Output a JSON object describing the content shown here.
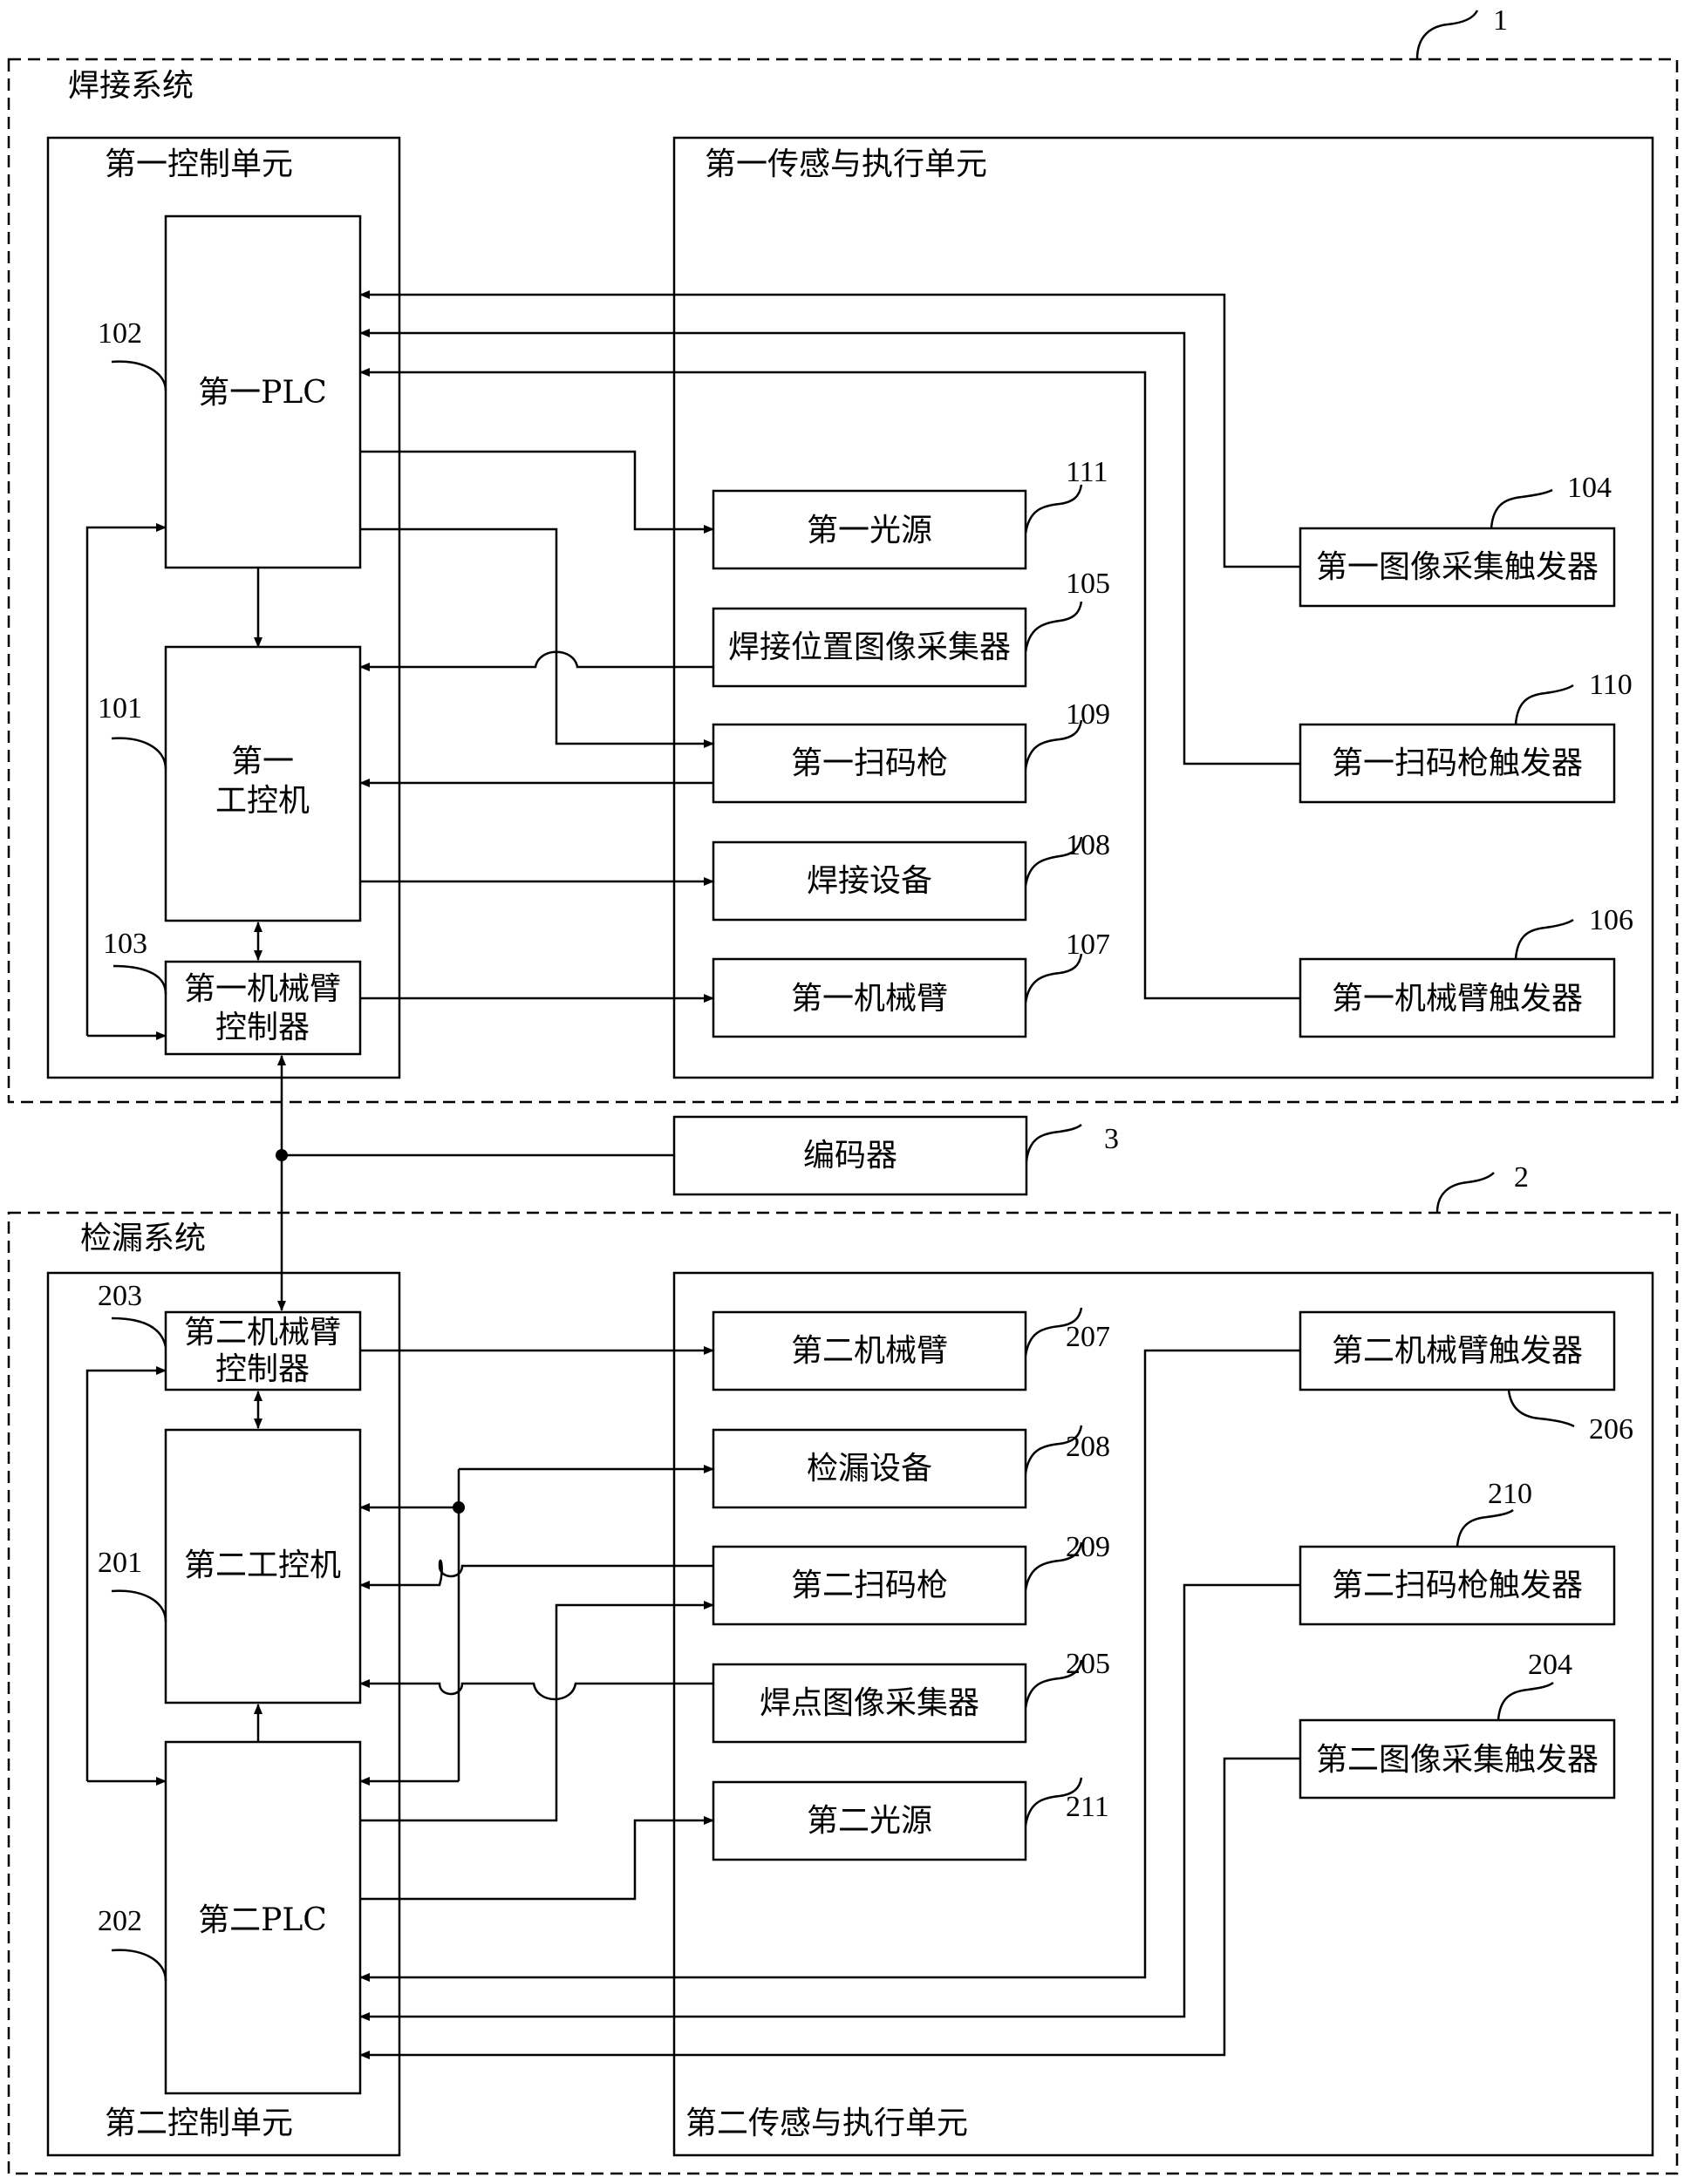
{
  "systems": {
    "welding": {
      "title": "焊接系统",
      "ref": "1"
    },
    "leak": {
      "title": "检漏系统",
      "ref": "2"
    }
  },
  "units": {
    "ctrl1": "第一控制单元",
    "sense1": "第一传感与执行单元",
    "ctrl2": "第二控制单元",
    "sense2": "第二传感与执行单元"
  },
  "blocks": {
    "plc1": {
      "label": "第一PLC",
      "ref": "102"
    },
    "ipc1": {
      "line1": "第一",
      "line2": "工控机",
      "ref": "101"
    },
    "armctl1": {
      "line1": "第一机械臂",
      "line2": "控制器",
      "ref": "103"
    },
    "light1": {
      "label": "第一光源",
      "ref": "111"
    },
    "weldcam": {
      "label": "焊接位置图像采集器",
      "ref": "105"
    },
    "scan1": {
      "label": "第一扫码枪",
      "ref": "109"
    },
    "welder": {
      "label": "焊接设备",
      "ref": "108"
    },
    "arm1": {
      "label": "第一机械臂",
      "ref": "107"
    },
    "imgtrig1": {
      "label": "第一图像采集触发器",
      "ref": "104"
    },
    "scantrig1": {
      "label": "第一扫码枪触发器",
      "ref": "110"
    },
    "armtrig1": {
      "label": "第一机械臂触发器",
      "ref": "106"
    },
    "encoder": {
      "label": "编码器",
      "ref": "3"
    },
    "armctl2": {
      "line1": "第二机械臂",
      "line2": "控制器",
      "ref": "203"
    },
    "ipc2": {
      "label": "第二工控机",
      "ref": "201"
    },
    "plc2": {
      "label": "第二PLC",
      "ref": "202"
    },
    "arm2": {
      "label": "第二机械臂",
      "ref": "207"
    },
    "leakdev": {
      "label": "检漏设备",
      "ref": "208"
    },
    "scan2": {
      "label": "第二扫码枪",
      "ref": "209"
    },
    "spotcam": {
      "label": "焊点图像采集器",
      "ref": "205"
    },
    "light2": {
      "label": "第二光源",
      "ref": "211"
    },
    "armtrig2": {
      "label": "第二机械臂触发器",
      "ref": "206"
    },
    "scantrig2": {
      "label": "第二扫码枪触发器",
      "ref": "210"
    },
    "imgtrig2": {
      "label": "第二图像采集触发器",
      "ref": "204"
    }
  }
}
